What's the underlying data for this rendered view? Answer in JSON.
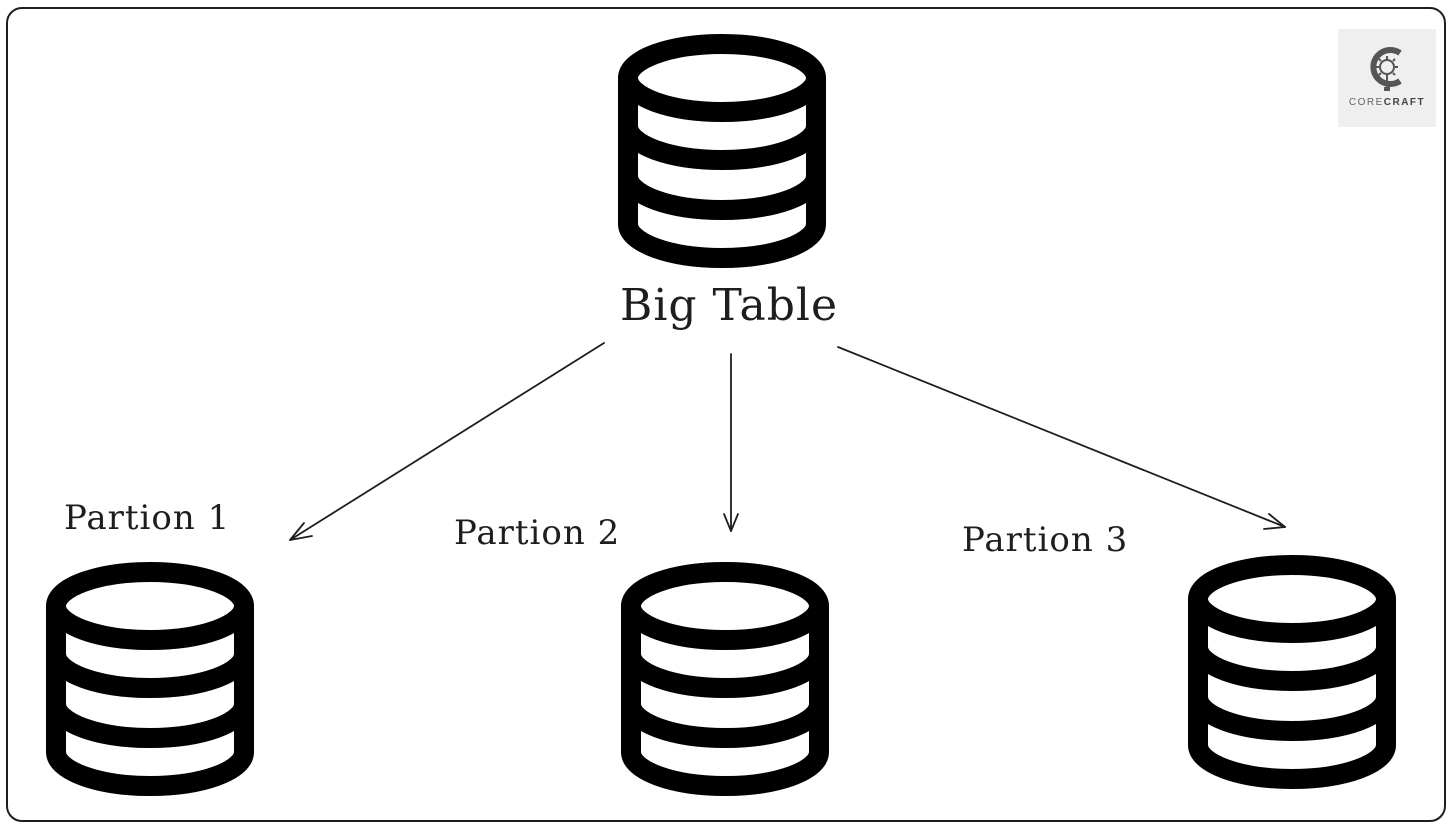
{
  "diagram": {
    "main_label": "Big Table",
    "partitions": [
      {
        "label": "Partion 1"
      },
      {
        "label": "Partion 2"
      },
      {
        "label": "Partion 3"
      }
    ]
  },
  "logo": {
    "brand_light": "CORE",
    "brand_bold": "CRAFT"
  },
  "colors": {
    "stroke": "#000000",
    "background": "#ffffff",
    "logo_bg": "#efefef"
  }
}
